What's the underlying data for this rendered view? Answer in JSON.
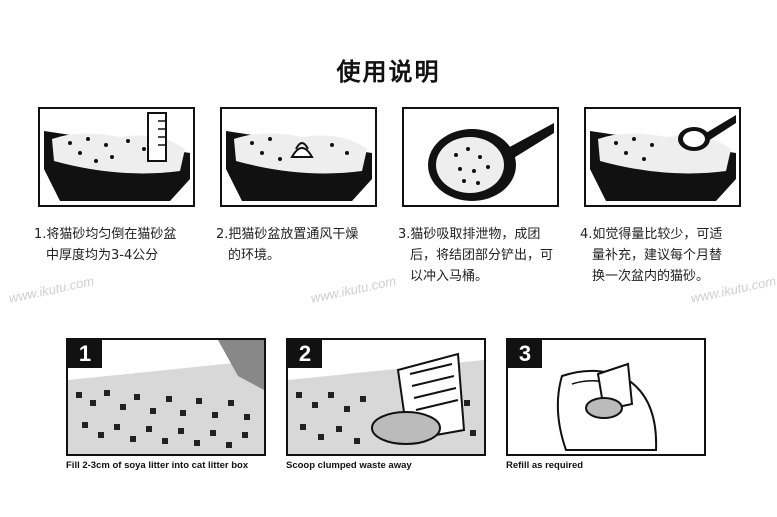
{
  "title": "使用说明",
  "steps_top": [
    {
      "lines": [
        "1.将猫砂均匀倒在猫砂盆",
        "中厚度均为3-4公分"
      ]
    },
    {
      "lines": [
        "2.把猫砂盆放置通风干燥",
        "的环境。"
      ]
    },
    {
      "lines": [
        "3.猫砂吸取排泄物，成团",
        "后，将结团部分铲出，可",
        "以冲入马桶。"
      ]
    },
    {
      "lines": [
        "4.如觉得量比较少，可适",
        "量补充，建议每个月替",
        "换一次盆内的猫砂。"
      ]
    }
  ],
  "steps_bottom": [
    {
      "number": "1",
      "caption": "Fill 2-3cm of soya litter into cat litter box"
    },
    {
      "number": "2",
      "caption": "Scoop clumped waste away"
    },
    {
      "number": "3",
      "caption": "Refill as required"
    }
  ],
  "watermark": "www.ikutu.com"
}
